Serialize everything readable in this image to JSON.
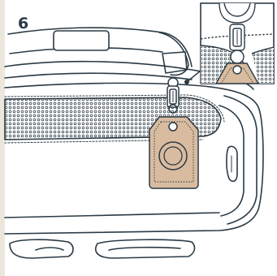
{
  "step": {
    "number": "6"
  },
  "colors": {
    "ink": "#2b3a44",
    "paper": "#ffffff",
    "background": "#ece6dc",
    "tag_leather": "#d9bca0",
    "mesh": "#c9ced2"
  },
  "icons": {
    "bag": "duffel-bag-illustration",
    "tag": "airtag-leather-tag-illustration",
    "inset": "zoom-inset-illustration"
  }
}
